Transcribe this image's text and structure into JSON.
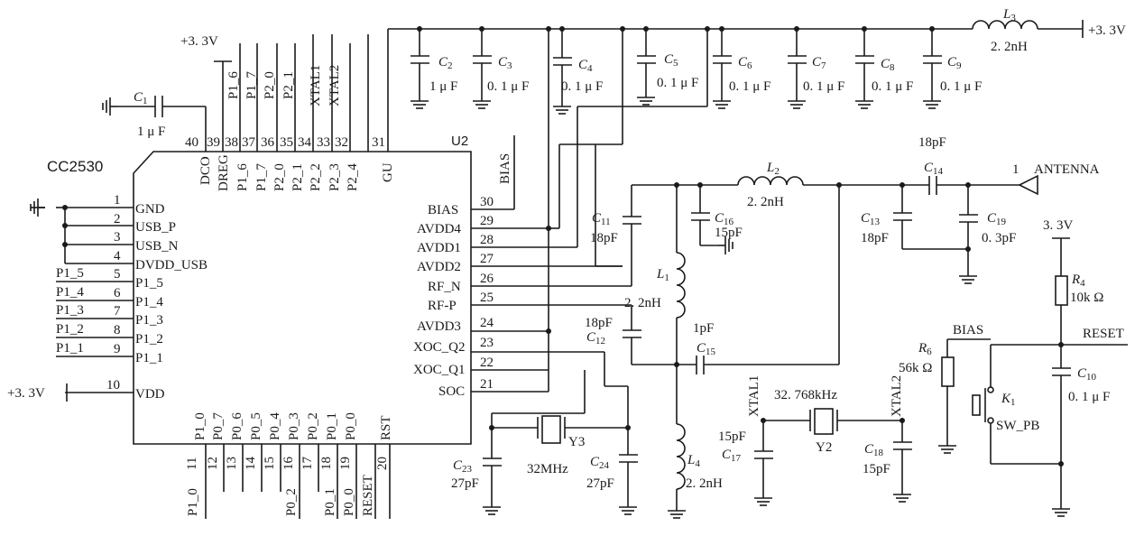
{
  "chip": {
    "name": "CC2530",
    "ref": "U2",
    "left_pins": [
      {
        "num": "1",
        "name": "GND"
      },
      {
        "num": "2",
        "name": "USB_P"
      },
      {
        "num": "3",
        "name": "USB_N"
      },
      {
        "num": "4",
        "name": "DVDD_USB"
      },
      {
        "num": "5",
        "name": "P1_5"
      },
      {
        "num": "6",
        "name": "P1_4"
      },
      {
        "num": "7",
        "name": "P1_3"
      },
      {
        "num": "8",
        "name": "P1_2"
      },
      {
        "num": "9",
        "name": "P1_1"
      },
      {
        "num": "10",
        "name": "VDD"
      }
    ],
    "left_nets": [
      "P1_5",
      "P1_4",
      "P1_3",
      "P1_2",
      "P1_1"
    ],
    "right_pins": [
      {
        "num": "30",
        "name": "BIAS"
      },
      {
        "num": "29",
        "name": "AVDD4"
      },
      {
        "num": "28",
        "name": "AVDD1"
      },
      {
        "num": "27",
        "name": "AVDD2"
      },
      {
        "num": "26",
        "name": "RF_N"
      },
      {
        "num": "25",
        "name": "RF-P"
      },
      {
        "num": "24",
        "name": "AVDD3"
      },
      {
        "num": "23",
        "name": "XOC_Q2"
      },
      {
        "num": "22",
        "name": "XOC_Q1"
      },
      {
        "num": "21",
        "name": "SOC"
      }
    ],
    "top_pins": [
      {
        "num": "40",
        "name": "DCO"
      },
      {
        "num": "39",
        "name": "DREG"
      },
      {
        "num": "38",
        "name": "P1_6"
      },
      {
        "num": "37",
        "name": "P1_7"
      },
      {
        "num": "36",
        "name": "P2_0"
      },
      {
        "num": "35",
        "name": "P2_1"
      },
      {
        "num": "34",
        "name": "P2_2"
      },
      {
        "num": "33",
        "name": "P2_3"
      },
      {
        "num": "32",
        "name": "P2_4"
      },
      {
        "num": "31",
        "name": "GU"
      }
    ],
    "top_nets": [
      "P1_6",
      "P1_7",
      "P2_0",
      "P2_1",
      "XTAL1",
      "XTAL2"
    ],
    "bottom_pins": [
      {
        "num": "11",
        "name": "P1_0"
      },
      {
        "num": "12",
        "name": "P0_7"
      },
      {
        "num": "13",
        "name": "P0_6"
      },
      {
        "num": "14",
        "name": "P0_5"
      },
      {
        "num": "15",
        "name": "P0_4"
      },
      {
        "num": "16",
        "name": "P0_3"
      },
      {
        "num": "17",
        "name": "P0_2"
      },
      {
        "num": "18",
        "name": "P0_1"
      },
      {
        "num": "19",
        "name": "P0_0"
      },
      {
        "num": "20",
        "name": "RST"
      }
    ],
    "bottom_nets": [
      "P1_0",
      "P0_2",
      "P0_1",
      "P0_0",
      "RESET"
    ]
  },
  "supply": {
    "left": "+3. 3V",
    "top": "+3. 3V",
    "right": "+3. 3V",
    "reset_pullup": "3. 3V"
  },
  "bias_labels": {
    "chip": "BIAS",
    "right": "BIAS"
  },
  "caps": {
    "c1": {
      "ref": "C",
      "sub": "1",
      "val": "1 μ F"
    },
    "c2": {
      "ref": "C",
      "sub": "2",
      "val": "1 μ F"
    },
    "c3": {
      "ref": "C",
      "sub": "3",
      "val": "0. 1 μ F"
    },
    "c4": {
      "ref": "C",
      "sub": "4",
      "val": "0. 1 μ F"
    },
    "c5": {
      "ref": "C",
      "sub": "5",
      "val": "0. 1 μ F"
    },
    "c6": {
      "ref": "C",
      "sub": "6",
      "val": "0. 1 μ F"
    },
    "c7": {
      "ref": "C",
      "sub": "7",
      "val": "0. 1 μ F"
    },
    "c8": {
      "ref": "C",
      "sub": "8",
      "val": "0. 1 μ F"
    },
    "c9": {
      "ref": "C",
      "sub": "9",
      "val": "0. 1 μ F"
    },
    "c10": {
      "ref": "C",
      "sub": "10",
      "val": "0. 1 μ F"
    },
    "c11": {
      "ref": "C",
      "sub": "11",
      "val": "18pF"
    },
    "c12": {
      "ref": "C",
      "sub": "12",
      "val": "18pF"
    },
    "c13": {
      "ref": "C",
      "sub": "13",
      "val": "18pF"
    },
    "c14": {
      "ref": "C",
      "sub": "14",
      "val": "18pF"
    },
    "c15": {
      "ref": "C",
      "sub": "15",
      "val": "1pF"
    },
    "c16": {
      "ref": "C",
      "sub": "16",
      "val": "15pF"
    },
    "c17": {
      "ref": "C",
      "sub": "17",
      "val": "15pF"
    },
    "c18": {
      "ref": "C",
      "sub": "18",
      "val": "15pF"
    },
    "c19": {
      "ref": "C",
      "sub": "19",
      "val": "0. 3pF"
    },
    "c23": {
      "ref": "C",
      "sub": "23",
      "val": "27pF"
    },
    "c24": {
      "ref": "C",
      "sub": "24",
      "val": "27pF"
    }
  },
  "inductors": {
    "l1": {
      "ref": "L",
      "sub": "1",
      "val": "2. 2nH"
    },
    "l2": {
      "ref": "L",
      "sub": "2",
      "val": "2. 2nH"
    },
    "l3": {
      "ref": "L",
      "sub": "3",
      "val": "2. 2nH"
    },
    "l4": {
      "ref": "L",
      "sub": "4",
      "val": "2. 2nH"
    }
  },
  "resistors": {
    "r4": {
      "ref": "R",
      "sub": "4",
      "val": "10k Ω"
    },
    "r6": {
      "ref": "R",
      "sub": "6",
      "val": "56k Ω"
    }
  },
  "crystals": {
    "y2": {
      "ref": "Y2",
      "freq": "32. 768kHz"
    },
    "y3": {
      "ref": "Y3",
      "freq": "32MHz"
    }
  },
  "switch": {
    "ref": "K",
    "sub": "1",
    "type": "SW_PB"
  },
  "antenna": {
    "pin": "1",
    "label": "ANTENNA"
  },
  "net_labels": {
    "xtal1": "XTAL1",
    "xtal2": "XTAL2",
    "reset": "RESET"
  }
}
